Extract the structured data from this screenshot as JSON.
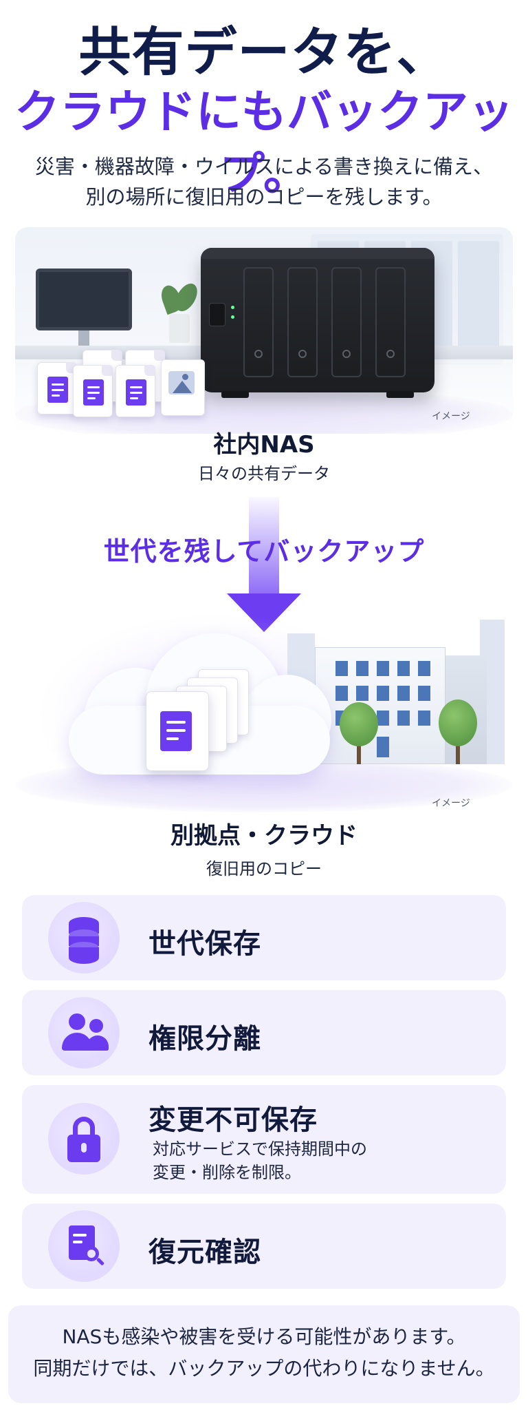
{
  "hero": {
    "title_line1": "共有データを、",
    "title_line2": "クラウドにもバックアップ。",
    "subtitle_line1": "災害・機器故障・ウイルスによる書き換えに備え、",
    "subtitle_line2": "別の場所に復旧用のコピーを残します。"
  },
  "nas_scene": {
    "image_note": "イメージ",
    "label": "社内NAS",
    "sublabel": "日々の共有データ"
  },
  "flow": {
    "label": "世代を残してバックアップ"
  },
  "cloud_scene": {
    "image_note": "イメージ",
    "label": "別拠点・クラウド",
    "sublabel": "復旧用のコピー"
  },
  "features": [
    {
      "title": "世代保存",
      "icon": "database-icon"
    },
    {
      "title": "権限分離",
      "icon": "users-icon"
    },
    {
      "title": "変更不可保存",
      "icon": "lock-icon",
      "desc_line1": "対応サービスで保持期間中の",
      "desc_line2": "変更・削除を制限。"
    },
    {
      "title": "復元確認",
      "icon": "document-search-icon"
    }
  ],
  "note": {
    "line1": "NASも感染や被害を受ける可能性があります。",
    "line2": "同期だけでは、バックアップの代わりになりません。"
  },
  "colors": {
    "navy": "#101c4a",
    "accent": "#5b2ee6",
    "card_bg": "#f3f0fe",
    "icon": "#6a3bef"
  }
}
